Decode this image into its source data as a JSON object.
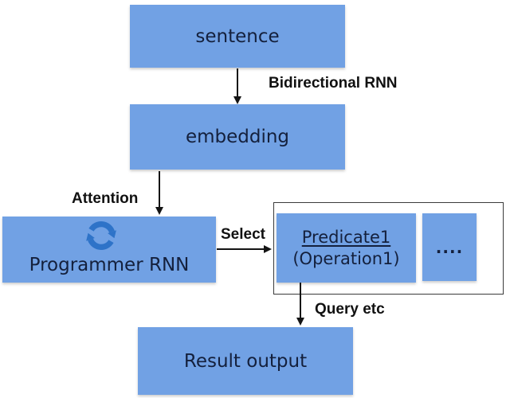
{
  "nodes": {
    "sentence": {
      "label": "sentence"
    },
    "embedding": {
      "label": "embedding"
    },
    "programmer": {
      "label": "Programmer RNN"
    },
    "predicate": {
      "line1": "Predicate1",
      "line2": "(Operation1)"
    },
    "ellipsis": {
      "label": "...."
    },
    "result": {
      "label": "Result output"
    }
  },
  "edges": {
    "sentence_to_embedding": {
      "label": "Bidirectional RNN"
    },
    "embedding_to_programmer": {
      "label": "Attention"
    },
    "programmer_to_predicate": {
      "label": "Select"
    },
    "predicate_to_result": {
      "label": "Query etc"
    }
  },
  "icons": {
    "programmer_loop": "sync-loop-icon"
  },
  "colors": {
    "box_fill": "#71a1e4",
    "box_text": "#14203c",
    "label_text": "#111111",
    "arrow": "#141414",
    "icon_blue": "#2e73c8",
    "outline": "#3b3b3b"
  }
}
